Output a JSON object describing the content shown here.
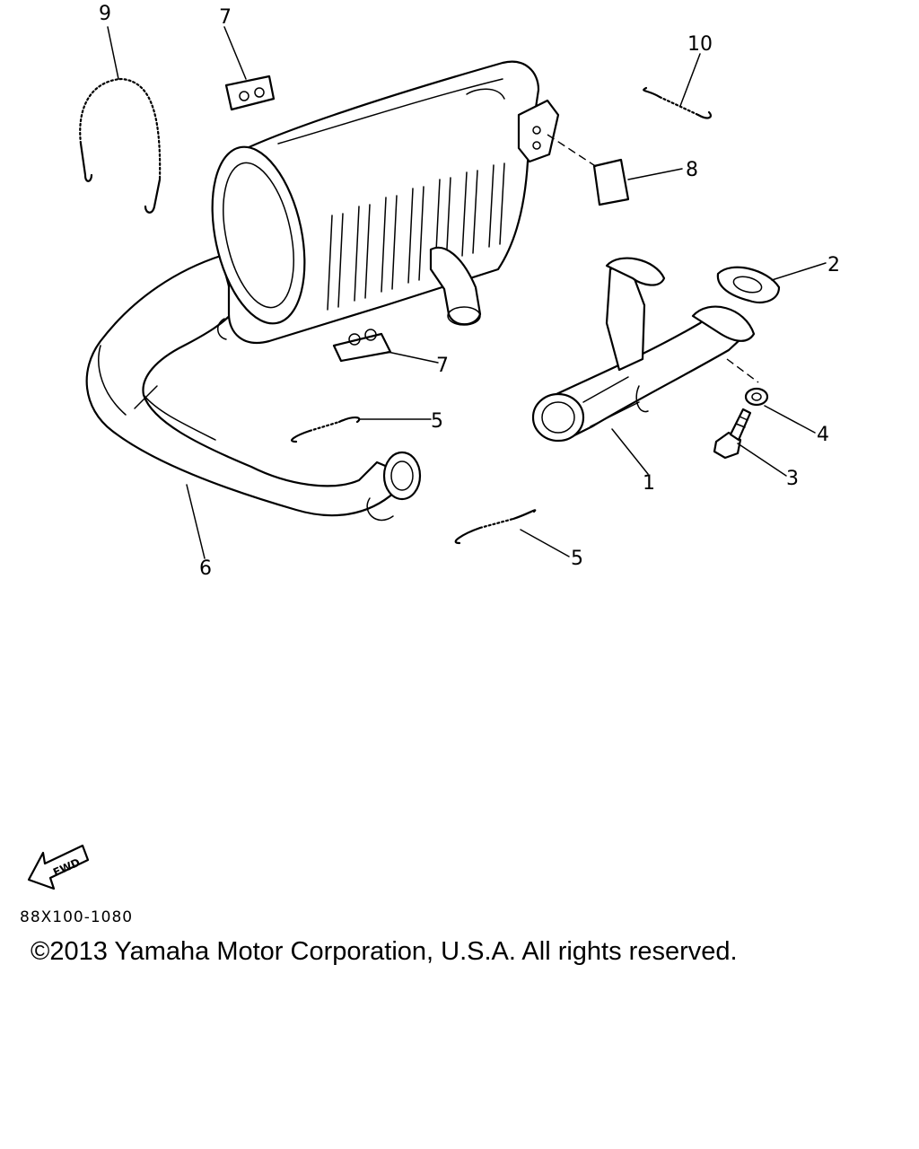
{
  "diagram": {
    "callouts": {
      "c1": "1",
      "c2": "2",
      "c3": "3",
      "c4": "4",
      "c5a": "5",
      "c5b": "5",
      "c6": "6",
      "c7a": "7",
      "c7b": "7",
      "c8": "8",
      "c9": "9",
      "c10": "10"
    },
    "fwd_label": "FWD"
  },
  "footer": {
    "part_code": "88X100-1080",
    "copyright": "©2013 Yamaha Motor Corporation, U.S.A. All rights reserved."
  }
}
